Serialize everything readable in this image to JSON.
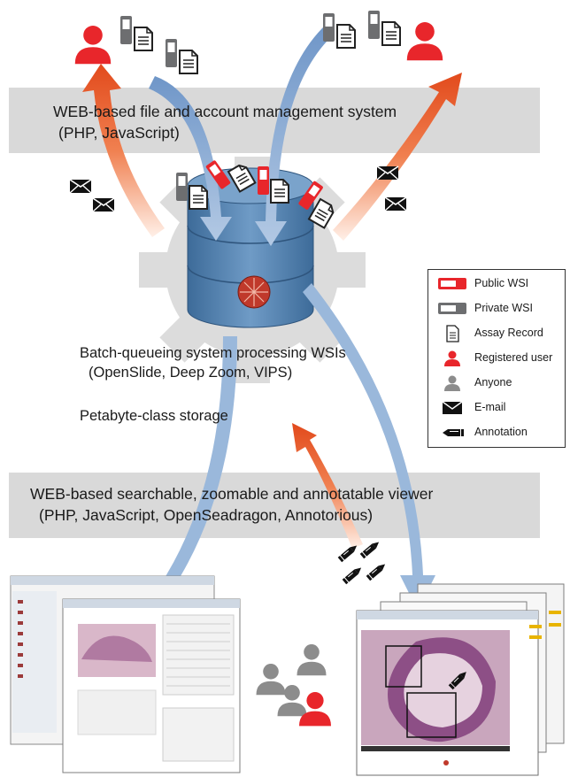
{
  "top_band": {
    "line1": "WEB-based file and account management system",
    "line2": "(PHP, JavaScript)"
  },
  "processing": {
    "line1": "Batch-queueing system processing WSIs",
    "line2": "(OpenSlide, Deep Zoom, VIPS)"
  },
  "storage": {
    "label": "Petabyte-class storage"
  },
  "bottom_band": {
    "line1": "WEB-based searchable, zoomable and annotatable viewer",
    "line2": "(PHP, JavaScript, OpenSeadragon, Annotorious)"
  },
  "legend": {
    "items": [
      {
        "label": "Public WSI",
        "icon": "public-wsi-icon"
      },
      {
        "label": "Private WSI",
        "icon": "private-wsi-icon"
      },
      {
        "label": "Assay Record",
        "icon": "document-icon"
      },
      {
        "label": "Registered user",
        "icon": "registered-user-icon"
      },
      {
        "label": "Anyone",
        "icon": "anyone-icon"
      },
      {
        "label": "E-mail",
        "icon": "envelope-icon"
      },
      {
        "label": "Annotation",
        "icon": "pen-icon"
      }
    ]
  },
  "colors": {
    "band": "#d9d9d9",
    "arrow_blue": "#8fb0d6",
    "arrow_red": "#e5572b",
    "user_red": "#e8262b",
    "user_gray": "#8c8c8c",
    "phone_gray": "#6d6e70",
    "gear": "#dcdcdc",
    "db_blue": "#5a87b3"
  }
}
